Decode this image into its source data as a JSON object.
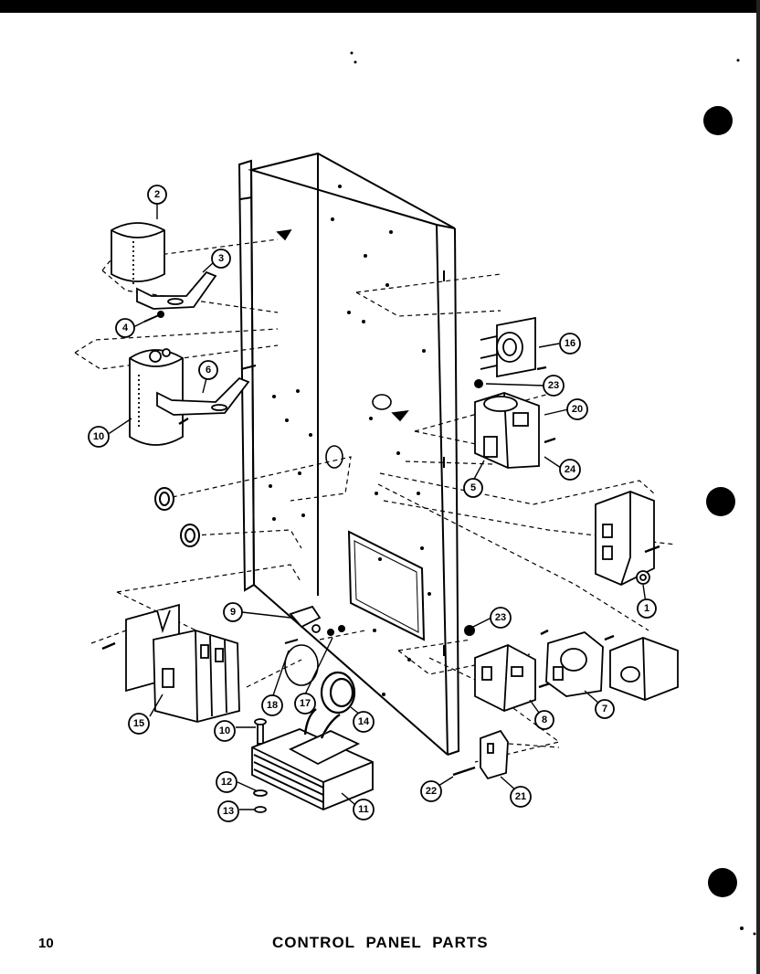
{
  "page": {
    "page_number": "10",
    "title": "CONTROL PANEL PARTS"
  },
  "callouts": [
    {
      "id": "c1",
      "label": "1"
    },
    {
      "id": "c2",
      "label": "2"
    },
    {
      "id": "c3",
      "label": "3"
    },
    {
      "id": "c4",
      "label": "4"
    },
    {
      "id": "c5",
      "label": "5"
    },
    {
      "id": "c6",
      "label": "6"
    },
    {
      "id": "c7",
      "label": "7"
    },
    {
      "id": "c8",
      "label": "8"
    },
    {
      "id": "c9",
      "label": "9"
    },
    {
      "id": "c10",
      "label": "10"
    },
    {
      "id": "c10b",
      "label": "10"
    },
    {
      "id": "c11",
      "label": "11"
    },
    {
      "id": "c12",
      "label": "12"
    },
    {
      "id": "c13",
      "label": "13"
    },
    {
      "id": "c14",
      "label": "14"
    },
    {
      "id": "c15",
      "label": "15"
    },
    {
      "id": "c16",
      "label": "16"
    },
    {
      "id": "c17",
      "label": "17"
    },
    {
      "id": "c18",
      "label": "18"
    },
    {
      "id": "c20",
      "label": "20"
    },
    {
      "id": "c21",
      "label": "21"
    },
    {
      "id": "c22",
      "label": "22"
    },
    {
      "id": "c23",
      "label": "23"
    },
    {
      "id": "c23b",
      "label": "23"
    },
    {
      "id": "c24",
      "label": "24"
    }
  ]
}
